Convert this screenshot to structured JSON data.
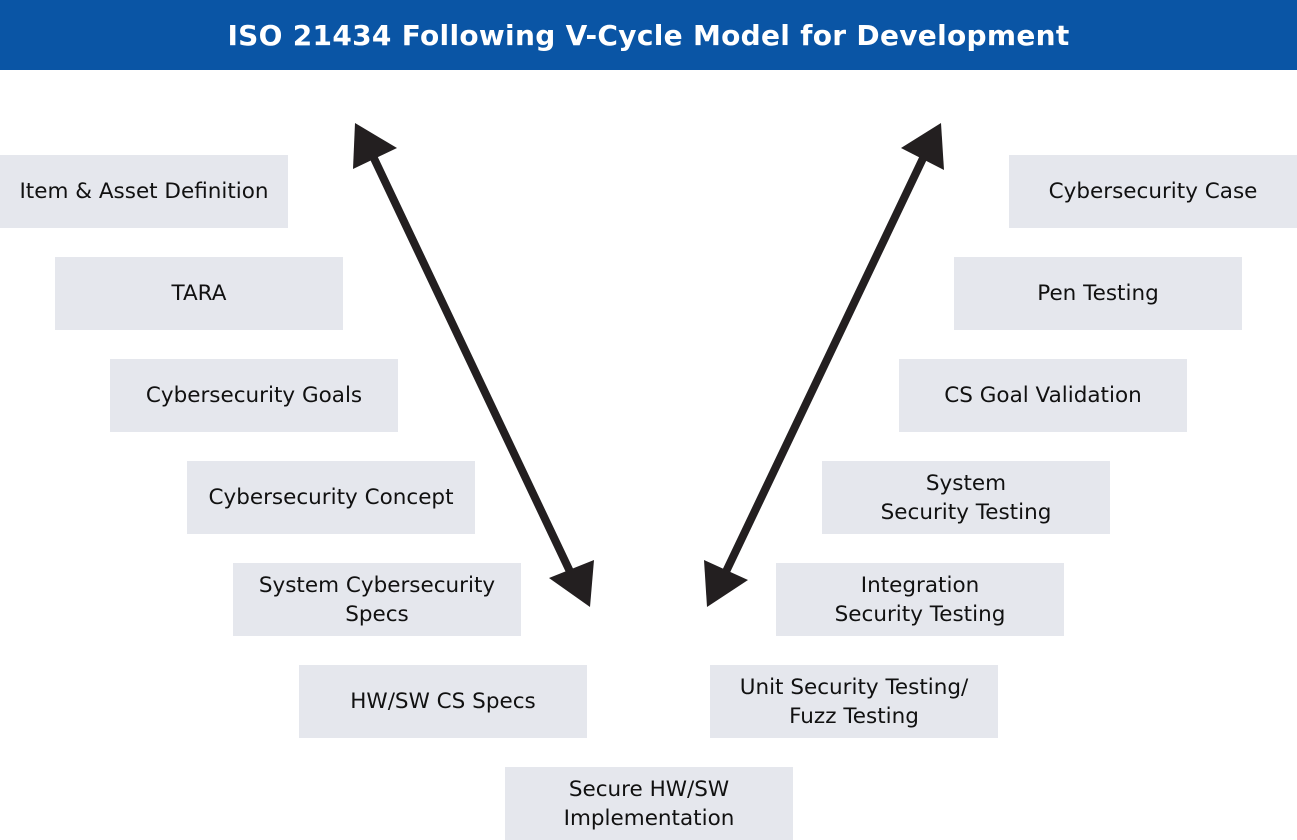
{
  "header": {
    "title": "ISO 21434 Following V-Cycle Model for Development"
  },
  "left_steps": [
    {
      "label": "Item & Asset Definition"
    },
    {
      "label": "TARA"
    },
    {
      "label": "Cybersecurity Goals"
    },
    {
      "label": "Cybersecurity Concept"
    },
    {
      "label": "System Cybersecurity\nSpecs"
    },
    {
      "label": "HW/SW CS Specs"
    }
  ],
  "bottom_step": {
    "label": "Secure HW/SW\nImplementation"
  },
  "right_steps": [
    {
      "label": "Unit Security Testing/\nFuzz Testing"
    },
    {
      "label": "Integration\nSecurity Testing"
    },
    {
      "label": "System\nSecurity Testing"
    },
    {
      "label": "CS Goal Validation"
    },
    {
      "label": "Pen Testing"
    },
    {
      "label": "Cybersecurity Case"
    }
  ],
  "colors": {
    "header_bg": "#0a55a5",
    "box_bg": "#e5e7ed",
    "arrow": "#231f20"
  }
}
